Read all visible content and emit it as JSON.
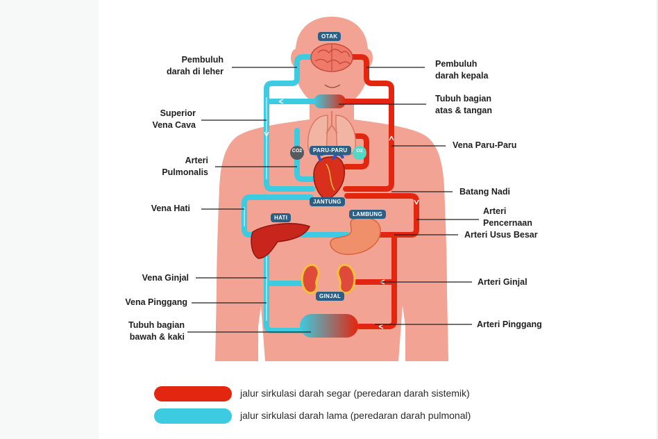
{
  "organs": {
    "otak": "OTAK",
    "paru_paru": "PARU-PARU",
    "jantung": "JANTUNG",
    "hati": "HATI",
    "lambung": "LAMBUNG",
    "ginjal": "GINJAL"
  },
  "gases": {
    "co2": "CO2",
    "o2": "O2"
  },
  "labels_left": {
    "pembuluh_leher_1": "Pembuluh",
    "pembuluh_leher_2": "darah di leher",
    "superior_1": "Superior",
    "superior_2": "Vena Cava",
    "arteri_pulmonalis_1": "Arteri",
    "arteri_pulmonalis_2": "Pulmonalis",
    "vena_hati": "Vena Hati",
    "vena_ginjal": "Vena Ginjal",
    "vena_pinggang": "Vena Pinggang",
    "tubuh_bawah_1": "Tubuh bagian",
    "tubuh_bawah_2": "bawah & kaki"
  },
  "labels_right": {
    "pembuluh_kepala_1": "Pembuluh",
    "pembuluh_kepala_2": "darah kepala",
    "tubuh_atas_1": "Tubuh bagian",
    "tubuh_atas_2": "atas & tangan",
    "vena_paru": "Vena Paru-Paru",
    "batang_nadi": "Batang Nadi",
    "arteri_pencernaan_1": "Arteri",
    "arteri_pencernaan_2": "Pencernaan",
    "arteri_usus_besar": "Arteri Usus Besar",
    "arteri_ginjal": "Arteri Ginjal",
    "arteri_pinggang": "Arteri Pinggang"
  },
  "legend": [
    {
      "text": "jalur sirkulasi darah segar (peredaran darah sistemik)",
      "color": "#e3260f"
    },
    {
      "text": "jalur sirkulasi darah lama (peredaran darah pulmonal)",
      "color": "#3ccbe0"
    }
  ],
  "colors": {
    "body": "#f3a394",
    "arterial": "#e3260f",
    "venous": "#3ccbe0",
    "tag": "#2c5f86"
  }
}
